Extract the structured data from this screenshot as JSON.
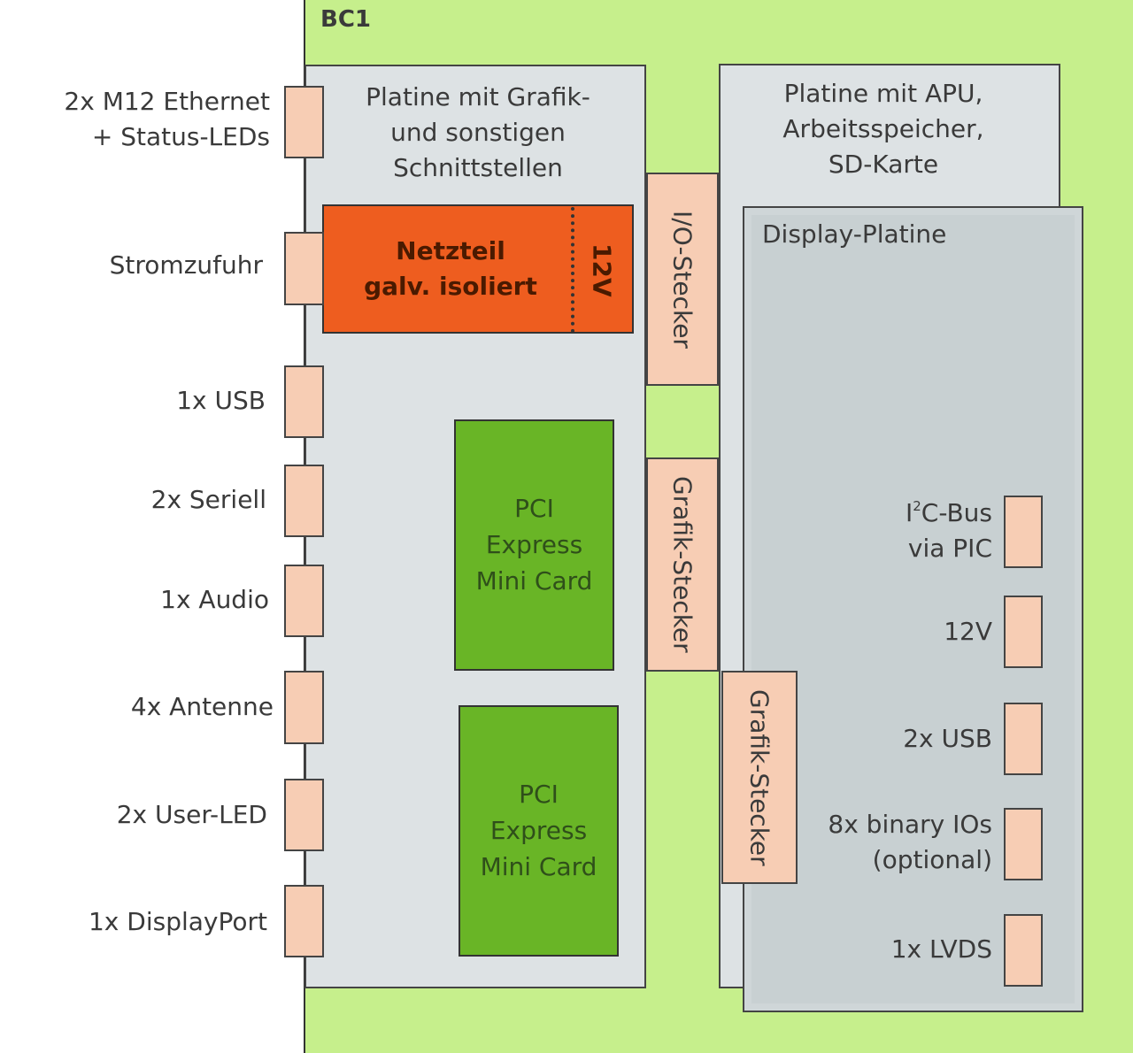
{
  "bc1_label": "BC1",
  "left_board": {
    "title_lines": [
      "Platine mit Grafik-",
      "und sonstigen",
      "Schnittstellen"
    ]
  },
  "psu": {
    "lines": [
      "Netzteil",
      "galv. isoliert"
    ],
    "voltage": "12V"
  },
  "pci_cards": [
    {
      "lines": [
        "PCI",
        "Express",
        "Mini Card"
      ]
    },
    {
      "lines": [
        "PCI",
        "Express",
        "Mini Card"
      ]
    }
  ],
  "connectors": {
    "io": "I/O-Stecker",
    "grafik_1": "Grafik-Stecker",
    "grafik_2": "Grafik-Stecker"
  },
  "right_board": {
    "title_lines": [
      "Platine mit APU,",
      "Arbeitsspeicher,",
      "SD-Karte"
    ]
  },
  "display_board": {
    "title": "Display-Platine",
    "i2c_prefix": "I",
    "i2c_sup": "2",
    "i2c_suffix": "C-Bus",
    "i2c_line2": "via PIC",
    "ports": [
      {
        "lines": [
          "12V"
        ]
      },
      {
        "lines": [
          "2x USB"
        ]
      },
      {
        "lines": [
          "8x binary IOs",
          "(optional)"
        ]
      },
      {
        "lines": [
          "1x LVDS"
        ]
      }
    ]
  },
  "left_ports": [
    {
      "lines": [
        "2x M12 Ethernet",
        "+ Status-LEDs"
      ]
    },
    {
      "lines": [
        "Stromzufuhr"
      ]
    },
    {
      "lines": [
        "1x USB"
      ]
    },
    {
      "lines": [
        "2x Seriell"
      ]
    },
    {
      "lines": [
        "1x Audio"
      ]
    },
    {
      "lines": [
        "4x Antenne"
      ]
    },
    {
      "lines": [
        "2x User-LED"
      ]
    },
    {
      "lines": [
        "1x DisplayPort"
      ]
    }
  ]
}
